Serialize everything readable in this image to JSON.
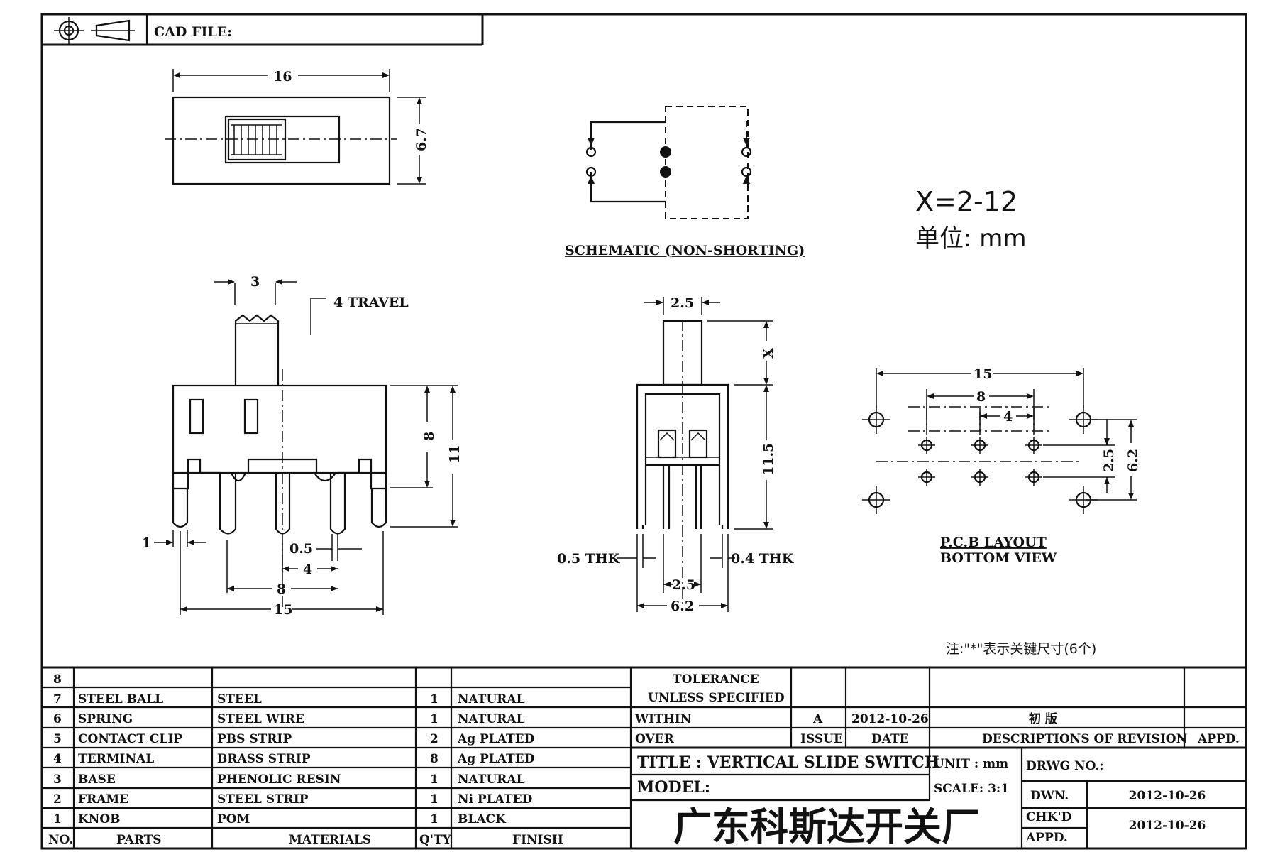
{
  "header": {
    "cad_file_label": "CAD FILE:"
  },
  "top_view": {
    "width_dim": "16",
    "height_dim": "6.7"
  },
  "schematic": {
    "caption": "SCHEMATIC (NON-SHORTING)"
  },
  "spec": {
    "x_range": "X=2-12",
    "unit_line": "单位: mm"
  },
  "front_view": {
    "knob_dim": "3",
    "travel_note": "4 TRAVEL",
    "dim_8": "8",
    "dim_11": "11",
    "dim_1": "1",
    "dim_05": "0.5",
    "dim_4": "4",
    "dim_8b": "8",
    "dim_15": "15"
  },
  "side_view": {
    "dim_25_top": "2.5",
    "dim_x": "X",
    "dim_115": "11.5",
    "thk_left": "0.5 THK",
    "thk_right": "0.4 THK",
    "dim_25_bottom": "2.5",
    "dim_62": "6.2"
  },
  "pcb": {
    "dim_15": "15",
    "dim_8": "8",
    "dim_4": "4",
    "dim_25": "2.5",
    "dim_62": "6.2",
    "caption_1": "P.C.B LAYOUT",
    "caption_2": "BOTTOM VIEW"
  },
  "note": "注:\"*\"表示关键尺寸(6个)",
  "bom": {
    "rows": [
      {
        "no": "8",
        "part": "",
        "material": "",
        "qty": "",
        "finish": ""
      },
      {
        "no": "7",
        "part": "STEEL BALL",
        "material": "STEEL",
        "qty": "1",
        "finish": "NATURAL"
      },
      {
        "no": "6",
        "part": "SPRING",
        "material": "STEEL WIRE",
        "qty": "1",
        "finish": "NATURAL"
      },
      {
        "no": "5",
        "part": "CONTACT CLIP",
        "material": "PBS STRIP",
        "qty": "2",
        "finish": "Ag PLATED"
      },
      {
        "no": "4",
        "part": "TERMINAL",
        "material": "BRASS STRIP",
        "qty": "8",
        "finish": "Ag PLATED"
      },
      {
        "no": "3",
        "part": "BASE",
        "material": "PHENOLIC RESIN",
        "qty": "1",
        "finish": "NATURAL"
      },
      {
        "no": "2",
        "part": "FRAME",
        "material": "STEEL STRIP",
        "qty": "1",
        "finish": "Ni PLATED"
      },
      {
        "no": "1",
        "part": "KNOB",
        "material": "POM",
        "qty": "1",
        "finish": "BLACK"
      }
    ],
    "headers": {
      "no": "NO.",
      "parts": "PARTS",
      "materials": "MATERIALS",
      "qty": "Q'TY",
      "finish": "FINISH"
    }
  },
  "tolerance": {
    "line1": "TOLERANCE",
    "line2": "UNLESS SPECIFIED",
    "within": "WITHIN",
    "over": "OVER"
  },
  "revision": {
    "issue": "A",
    "date": "2012-10-26",
    "description": "初 版",
    "issue_label": "ISSUE",
    "date_label": "DATE",
    "desc_label": "DESCRIPTIONS OF REVISION",
    "appd_label": "APPD."
  },
  "title_block": {
    "title": "TITLE : VERTICAL SLIDE SWITCH",
    "unit": "UNIT : mm",
    "drwg_no": "DRWG NO.:",
    "model": "MODEL:",
    "scale": "SCALE: 3:1",
    "dwn_label": "DWN.",
    "dwn_date": "2012-10-26",
    "chkd_label": "CHK'D",
    "chkd_date": "2012-10-26",
    "appd_label": "APPD.",
    "company": "广东科斯达开关厂"
  }
}
